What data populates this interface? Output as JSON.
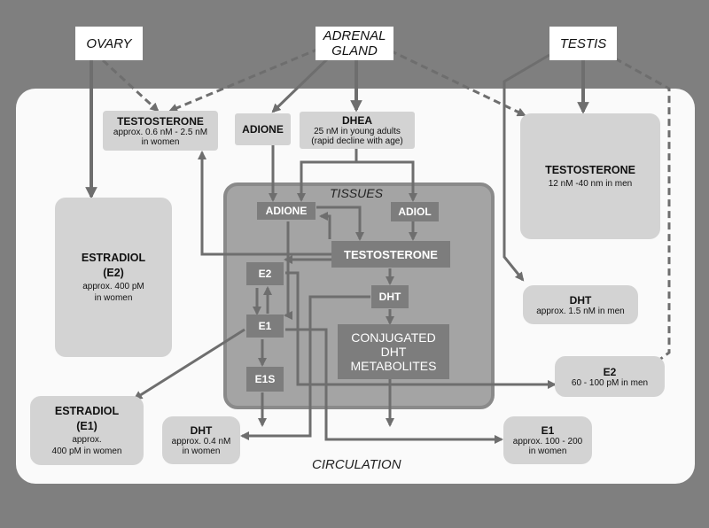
{
  "sources": {
    "ovary": "OVARY",
    "adrenal_line1": "ADRENAL",
    "adrenal_line2": "GLAND",
    "testis": "TESTIS"
  },
  "compartments": {
    "tissues": "TISSUES",
    "circulation": "CIRCULATION"
  },
  "top_boxes": {
    "testosterone_women": {
      "title": "TESTOSTERONE",
      "line1": "approx. 0.6 nM - 2.5 nM",
      "line2": "in women"
    },
    "adione": {
      "title": "ADIONE"
    },
    "dhea": {
      "title": "DHEA",
      "line1": "25 nM in young adults",
      "line2": "(rapid decline with age)"
    }
  },
  "right_boxes": {
    "testosterone_men": {
      "title": "TESTOSTERONE",
      "line1": "12 nM -40 nm in  men"
    },
    "dht_men": {
      "title": "DHT",
      "line1": "approx. 1.5 nM in men"
    },
    "e2_men": {
      "title": "E2",
      "line1": "60 - 100 pM in men"
    }
  },
  "left_boxes": {
    "estradiol_e2": {
      "line1": "ESTRADIOL",
      "line2": "(E2)",
      "line3": "approx. 400 pM",
      "line4": "in women"
    },
    "estradiol_e1": {
      "line1": "ESTRADIOL",
      "line2": "(E1)",
      "line3": "approx.",
      "line4": "400 pM in women"
    }
  },
  "bottom_boxes": {
    "dht_women": {
      "title": "DHT",
      "line1": "approx.  0.4 nM",
      "line2": "in women"
    },
    "e1_women": {
      "title": "E1",
      "line1": "approx. 100 - 200",
      "line2": "in women"
    }
  },
  "tissue_nodes": {
    "adione": "ADIONE",
    "adiol": "ADIOL",
    "testosterone": "TESTOSTERONE",
    "e2": "E2",
    "e1": "E1",
    "e1s": "E1S",
    "dht": "DHT",
    "conj_line1": "CONJUGATED",
    "conj_line2": "DHT",
    "conj_line3": "METABOLITES"
  },
  "colors": {
    "background": "#7f7f7f",
    "circulation": "#fafafa",
    "tissue": "#a4a4a4",
    "box": "#d3d3d3",
    "node": "#7d7d7d",
    "arrow": "#6e6e6e"
  }
}
